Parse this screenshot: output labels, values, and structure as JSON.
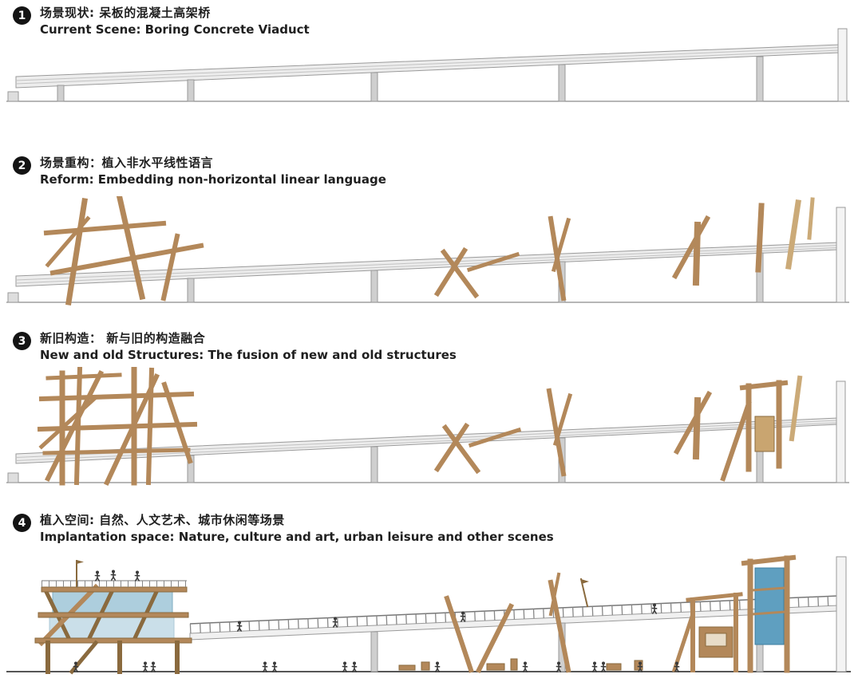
{
  "page": {
    "background": "#ffffff"
  },
  "colors": {
    "badge": "#141414",
    "text": "#1f1f1f",
    "concrete_fill": "#ededed",
    "concrete_edge": "#9a9a9a",
    "pillar_fill": "#cfcfcf",
    "wood": "#b3885a",
    "wood_dark": "#8a6a3e",
    "wood_light": "#cbaa78",
    "glass_light": "#9fc6d8",
    "glass_deep": "#5f9fc0",
    "people": "#3a3a3a",
    "ground": "#8a8a8a"
  },
  "sections": [
    {
      "number": "1",
      "title_zh": "场景现状: 呆板的混凝土高架桥",
      "title_en": "Current Scene: Boring  Concrete Viaduct"
    },
    {
      "number": "2",
      "title_zh": "场景重构：植入非水平线性语言",
      "title_en": "Reform: Embedding non-horizontal linear language"
    },
    {
      "number": "3",
      "title_zh": "新旧构造： 新与旧的构造融合",
      "title_en": "New and old Structures: The fusion of new and old structures"
    },
    {
      "number": "4",
      "title_zh": "植入空间: 自然、人文艺术、城市休闲等场景",
      "title_en": "Implantation space: Nature, culture and art, urban leisure and other scenes"
    }
  ]
}
